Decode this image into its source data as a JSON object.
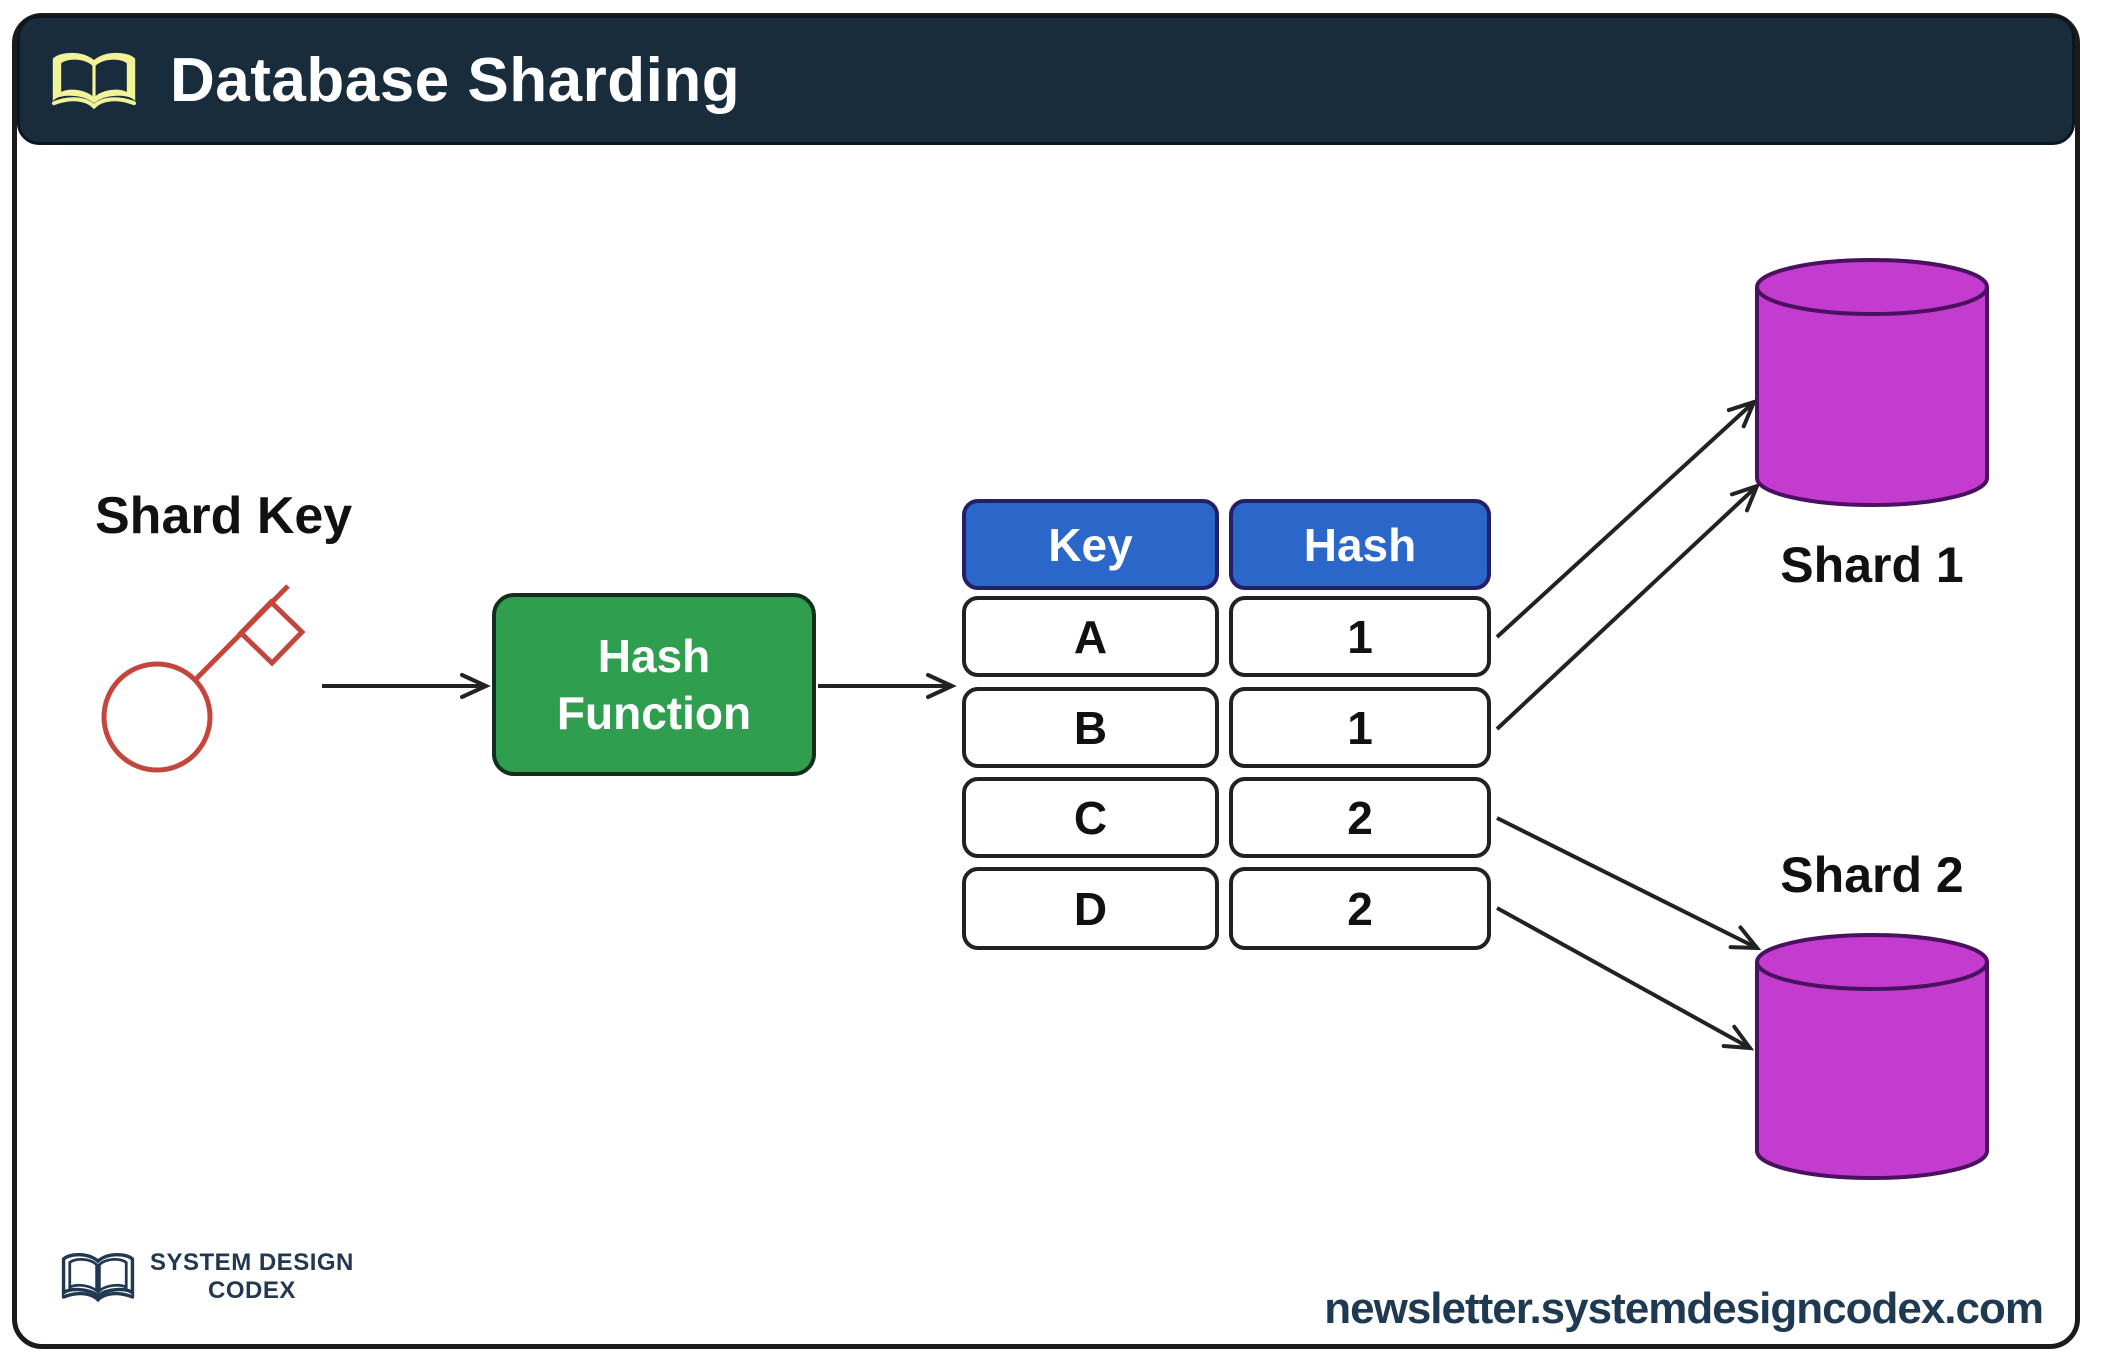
{
  "header": {
    "title": "Database Sharding",
    "icon": "open-book-icon",
    "bg_color": "#182c3c"
  },
  "diagram": {
    "shard_key_label": "Shard Key",
    "key_icon": "key-icon",
    "key_icon_color": "#c4453c",
    "hash_function_lines": [
      "Hash",
      "Function"
    ],
    "hash_function_color": "#2f9e4f",
    "table": {
      "columns": [
        "Key",
        "Hash"
      ],
      "rows": [
        [
          "A",
          "1"
        ],
        [
          "B",
          "1"
        ],
        [
          "C",
          "2"
        ],
        [
          "D",
          "2"
        ]
      ],
      "header_color": "#2b67c8"
    },
    "shards": [
      {
        "label": "Shard 1",
        "icon": "database-cylinder-icon"
      },
      {
        "label": "Shard 2",
        "icon": "database-cylinder-icon"
      }
    ],
    "shard_fill_color": "#c43ccf",
    "shard_stroke_color": "#4a1160",
    "arrow_color": "#222222"
  },
  "branding": {
    "logo_line1": "SYSTEM DESIGN",
    "logo_line2": "CODEX",
    "url": "newsletter.systemdesigncodex.com"
  }
}
